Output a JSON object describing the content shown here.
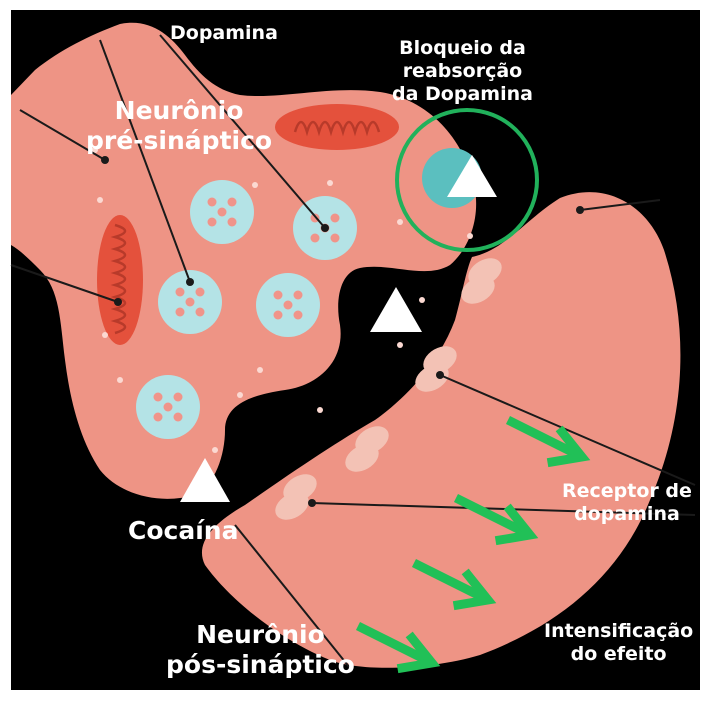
{
  "labels": {
    "dopamina": "Dopamina",
    "bloqueio": [
      "Bloqueio da",
      "reabsorção",
      "da Dopamina"
    ],
    "pre_neuron": [
      "Neurônio",
      "pré-sináptico"
    ],
    "cocaina": "Cocaína",
    "receptor": [
      "Receptor de",
      "dopamina"
    ],
    "post_neuron": [
      "Neurônio",
      "pós-sináptico"
    ],
    "intensificacao": [
      "Intensificação",
      "do efeito"
    ]
  },
  "colors": {
    "background": "#000000",
    "border": "#ffffff",
    "neuron": "#ee9485",
    "mitochondria": "#e4513c",
    "vesicle": "#b4e3e6",
    "dopamine_dot": "#f0948a",
    "receptor": "#f3c2b5",
    "transporter": "#5bbfbf",
    "highlight_ring": "#21b15b",
    "arrow": "#21c057",
    "cocaine": "#ffffff",
    "text": "#ffffff"
  }
}
